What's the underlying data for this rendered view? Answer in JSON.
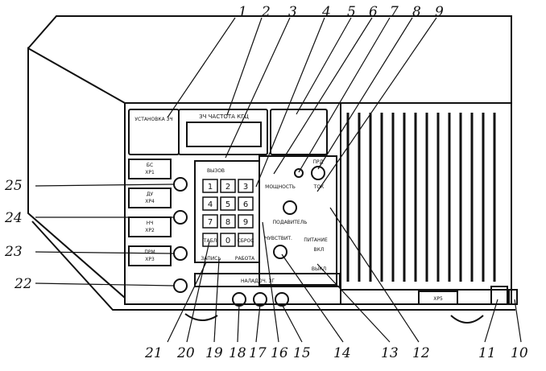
{
  "callouts": {
    "n1": "1",
    "n2": "2",
    "n3": "3",
    "n4": "4",
    "n5": "5",
    "n6": "6",
    "n7": "7",
    "n8": "8",
    "n9": "9",
    "n10": "10",
    "n11": "11",
    "n12": "12",
    "n13": "13",
    "n14": "14",
    "n15": "15",
    "n16": "16",
    "n17": "17",
    "n18": "18",
    "n19": "19",
    "n20": "20",
    "n21": "21",
    "n22": "22",
    "n23": "23",
    "n24": "24",
    "n25": "25"
  },
  "panel_labels": {
    "setup": "УСТАНОВКА ЗЧ",
    "freq": "ЗЧ ЧАСТОТА КГЦ",
    "call": "ВЫЗОВ",
    "prd": "ПРД",
    "power": "МОЩНОСТЬ",
    "tok": "ТОК",
    "sens": "ЧУВСТВИТ.",
    "podav": "ПОДАВИТЕЛЬ",
    "pitanie": "ПИТАНИЕ",
    "vkl": "ВКЛ",
    "vykl": "ВЫКЛ",
    "zapis": "ЗАПИСЬ",
    "rabota": "РАБОТА",
    "sbros": "СБРОС",
    "tabl": "ТАБЛ",
    "xp1": "ХР1",
    "xp2": "ХР2",
    "xp3": "ХР3",
    "xp4": "ХР4",
    "bs": "БС",
    "du": "ДУ",
    "nch": "НЧ",
    "prm": "ПРМ",
    "xp5": "ХР5",
    "bottom_strip": "НАЛАДОЧ. ЗГ"
  },
  "keypad": [
    "1",
    "2",
    "3",
    "4",
    "5",
    "6",
    "7",
    "8",
    "9",
    "0"
  ]
}
